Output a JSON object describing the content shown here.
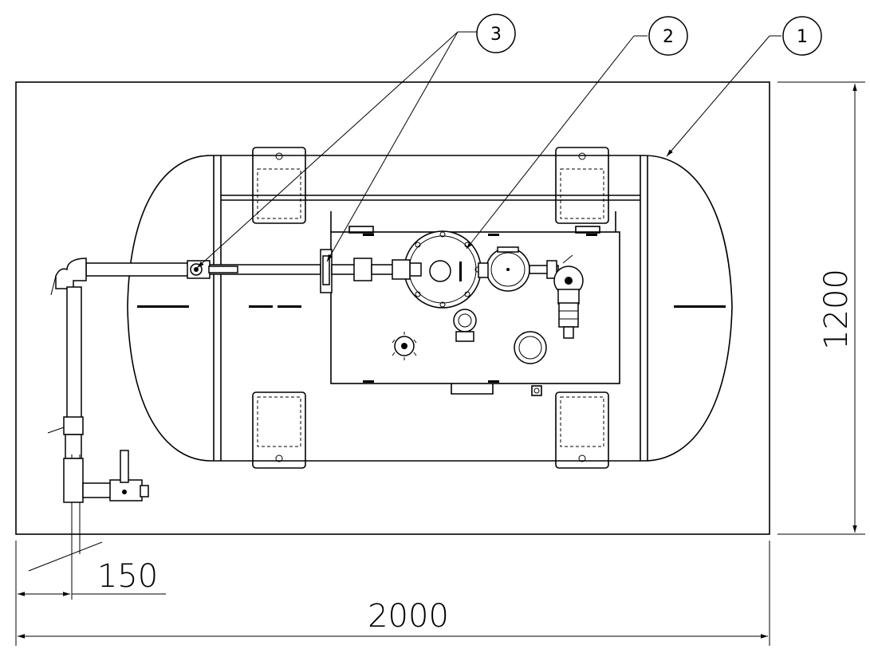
{
  "callouts": [
    {
      "label": "3"
    },
    {
      "label": "2"
    },
    {
      "label": "1"
    }
  ],
  "dimensions": {
    "height": "1200",
    "offset": "150",
    "width": "2000"
  }
}
